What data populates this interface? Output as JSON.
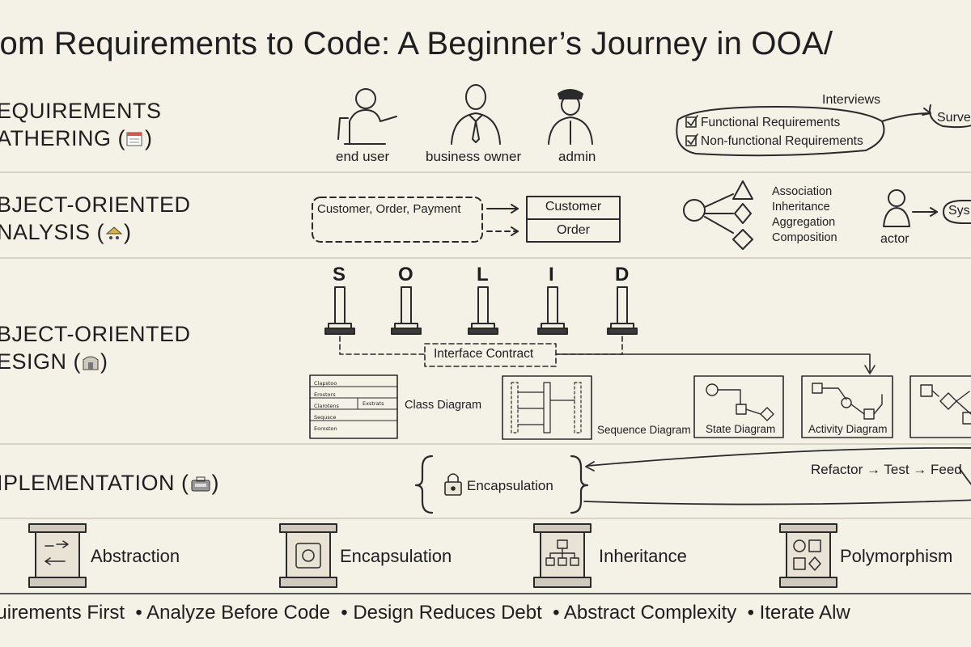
{
  "title": "rom Requirements to Code: A Beginner’s Journey in OOA/",
  "stages": {
    "requirements": {
      "line1": "EQUIREMENTS",
      "line2": "ATHERING (",
      "line2_end": ")"
    },
    "analysis": {
      "line1": "BJECT-ORIENTED",
      "line2": "NALYSIS (",
      "line2_end": ")"
    },
    "design": {
      "line1": "BJECT-ORIENTED",
      "line2": "ESIGN (",
      "line2_end": ")"
    },
    "implementation": {
      "line1": "IPLEMENTATION (",
      "line1_end": ")"
    }
  },
  "requirements": {
    "people": [
      "end user",
      "business owner",
      "admin"
    ],
    "interviews": "Interviews",
    "surveys": "Surve",
    "functional": "Functional Requirements",
    "non_functional": "Non-functional Requirements"
  },
  "analysis": {
    "nouns": "Customer, Order, Payment",
    "class_top": "Customer",
    "class_bottom": "Order",
    "relationships": [
      "Association",
      "Inheritance",
      "Aggregation",
      "Composition"
    ],
    "actor": "actor",
    "system": "Sys"
  },
  "design": {
    "solid": [
      "S",
      "O",
      "L",
      "I",
      "D"
    ],
    "interface_contract": "Interface Contract",
    "class_rows": [
      "Clapstoo",
      "Erostors",
      "Clarotens",
      "Sequsce",
      "Eoroston"
    ],
    "class_col2": "Exstrats",
    "class_diagram": "Class Diagram",
    "sequence_diagram": "Sequence Diagram",
    "state_diagram": "State Diagram",
    "activity_diagram": "Activity Diagram"
  },
  "implementation": {
    "encapsulation": "Encapsulation",
    "cycle": "Refactor → Test → Feed"
  },
  "pillars": [
    "Abstraction",
    "Encapsulation",
    "Inheritance",
    "Polymorphism"
  ],
  "footer": "quirements First  • Analyze Before Code  • Design Reduces Debt  • Abstract Complexity  • Iterate Alw"
}
